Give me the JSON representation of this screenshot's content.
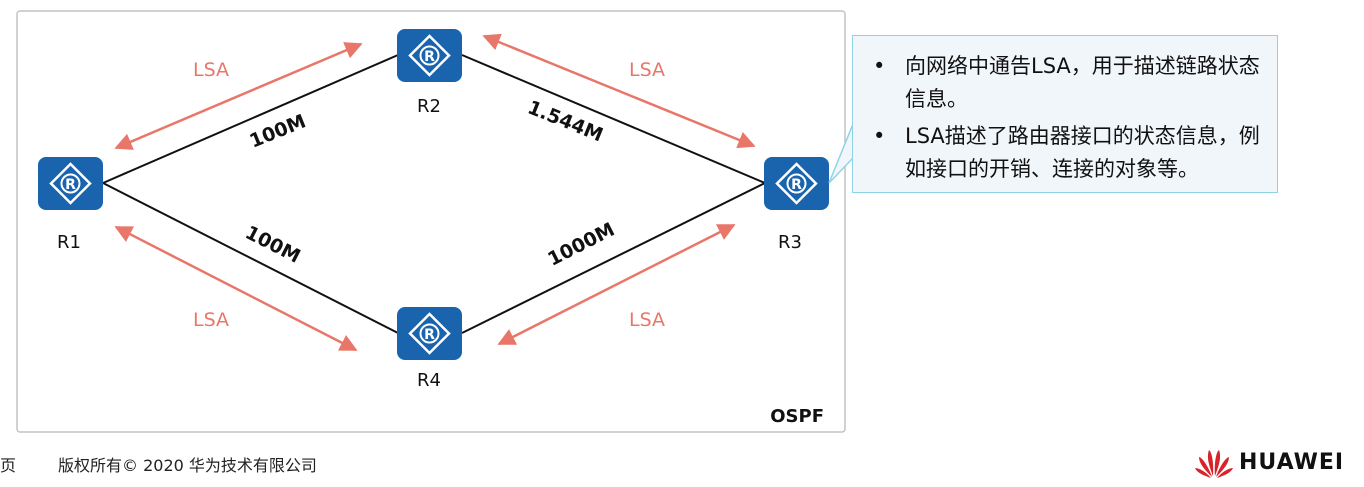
{
  "diagram": {
    "region_label": "OSPF",
    "routers": [
      {
        "id": "r1",
        "label": "R1"
      },
      {
        "id": "r2",
        "label": "R2"
      },
      {
        "id": "r3",
        "label": "R3"
      },
      {
        "id": "r4",
        "label": "R4"
      }
    ],
    "links": [
      {
        "from": "R1",
        "to": "R2",
        "bandwidth": "100M"
      },
      {
        "from": "R2",
        "to": "R3",
        "bandwidth": "1.544M"
      },
      {
        "from": "R1",
        "to": "R4",
        "bandwidth": "100M"
      },
      {
        "from": "R4",
        "to": "R3",
        "bandwidth": "1000M"
      }
    ],
    "lsa_arrows": [
      {
        "label": "LSA"
      },
      {
        "label": "LSA"
      },
      {
        "label": "LSA"
      },
      {
        "label": "LSA"
      }
    ],
    "router_icon_letter": "R",
    "colors": {
      "router": "#1a64ad",
      "lsa": "#e8776a",
      "callout_border": "#8fd3e6",
      "callout_bg": "#f1f6fb"
    }
  },
  "callout": {
    "bullets": [
      "向网络中通告LSA，用于描述链路状态信息。",
      "LSA描述了路由器接口的状态信息，例如接口的开销、连接的对象等。"
    ]
  },
  "footer": {
    "page_suffix": "页",
    "copyright": "版权所有© 2020 华为技术有限公司",
    "brand": "HUAWEI"
  }
}
